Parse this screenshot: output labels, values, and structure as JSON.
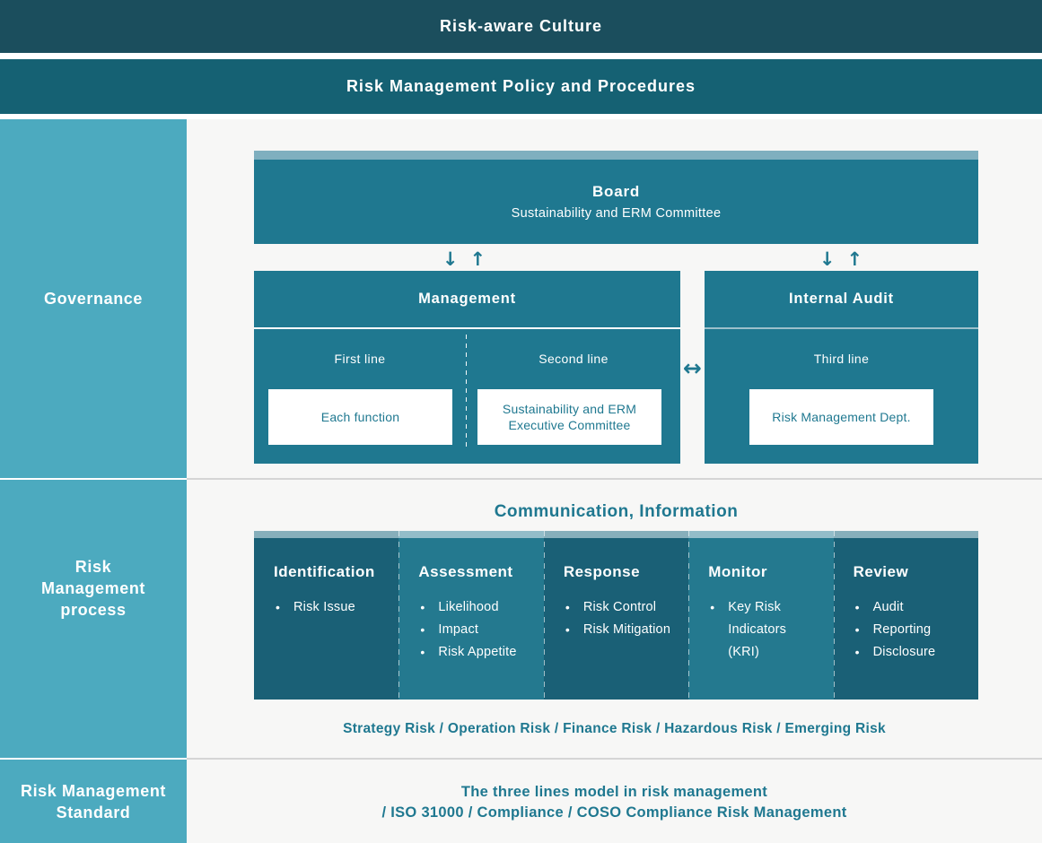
{
  "colors": {
    "banner_dark": "#1b4e5d",
    "banner_mid": "#156173",
    "sidebar_teal": "#4caabf",
    "box_teal": "#1f7890",
    "column_dark": "#1a6076",
    "column_light": "#24798f",
    "strip_light_blue": "#7fafbf",
    "accent_text": "#1f7890",
    "canvas_bg": "#f7f7f6"
  },
  "banners": {
    "culture": "Risk-aware Culture",
    "policy": "Risk Management Policy and Procedures"
  },
  "sidebar": {
    "governance": "Governance",
    "process": "Risk Management process",
    "standard": "Risk Management Standard"
  },
  "icons": {
    "down_arrow": "↓",
    "up_arrow": "↑",
    "double_arrow": "↔"
  },
  "governance": {
    "board": {
      "title": "Board",
      "subtitle": "Sustainability and ERM Committee"
    },
    "management": {
      "title": "Management",
      "first": {
        "label": "First line",
        "box": "Each function"
      },
      "second": {
        "label": "Second line",
        "box": "Sustainability and ERM Executive Committee"
      }
    },
    "internal_audit": {
      "title": "Internal Audit",
      "label": "Third line",
      "box": "Risk Management Dept."
    }
  },
  "process": {
    "title": "Communication, Information",
    "columns": [
      {
        "title": "Identification",
        "items": [
          "Risk Issue"
        ]
      },
      {
        "title": "Assessment",
        "items": [
          "Likelihood",
          "Impact",
          "Risk Appetite"
        ]
      },
      {
        "title": "Response",
        "items": [
          "Risk Control",
          "Risk Mitigation"
        ]
      },
      {
        "title": "Monitor",
        "items": [
          "Key Risk Indicators (KRI)"
        ]
      },
      {
        "title": "Review",
        "items": [
          "Audit",
          "Reporting",
          "Disclosure"
        ]
      }
    ],
    "risk_types": "Strategy Risk / Operation Risk / Finance Risk / Hazardous Risk / Emerging Risk"
  },
  "standard": {
    "line1": "The three lines model in risk management",
    "line2": "/ ISO 31000 / Compliance / COSO Compliance Risk Management"
  }
}
